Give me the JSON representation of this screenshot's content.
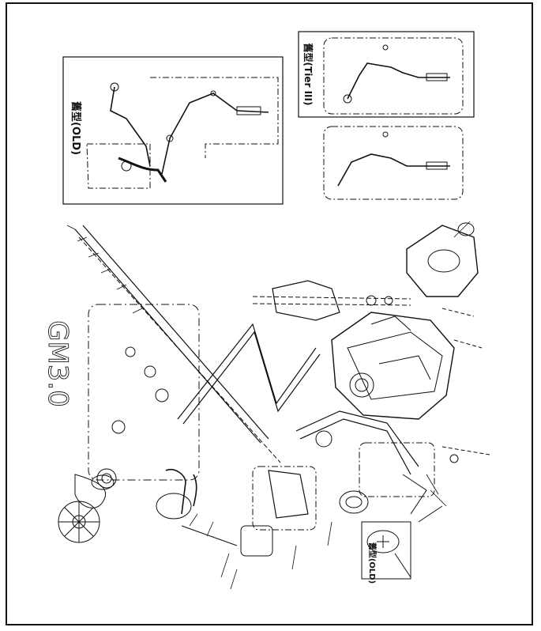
{
  "model_label": "GM3.0",
  "inset_old_label": "舊型(OLD)",
  "inset_tier_label": "舊型(Tier III)",
  "inset_small_label": "舊型(OLD)",
  "colors": {
    "ink": "#111111",
    "paper": "#ffffff"
  }
}
